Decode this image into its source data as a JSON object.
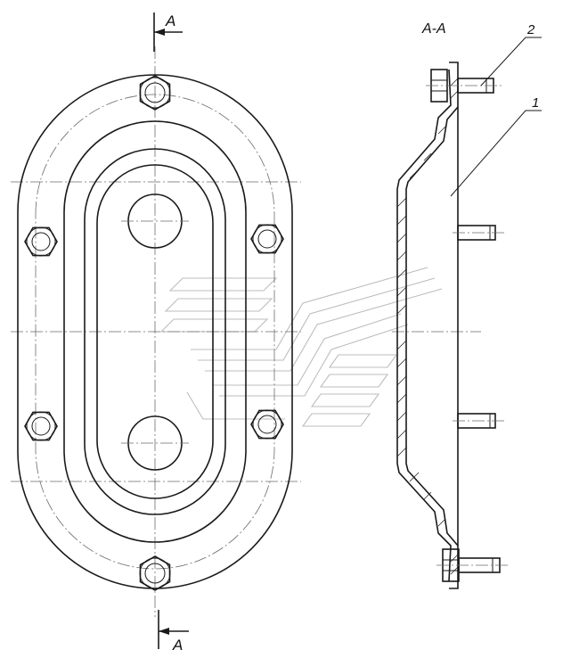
{
  "section": {
    "title": "A-A",
    "cut_label_top": "A",
    "cut_label_bottom": "A"
  },
  "callouts": [
    {
      "number": "1"
    },
    {
      "number": "2"
    }
  ],
  "icons": {
    "hex_bolt": "hex-bolt-icon",
    "watermark": "watermark-logo"
  }
}
